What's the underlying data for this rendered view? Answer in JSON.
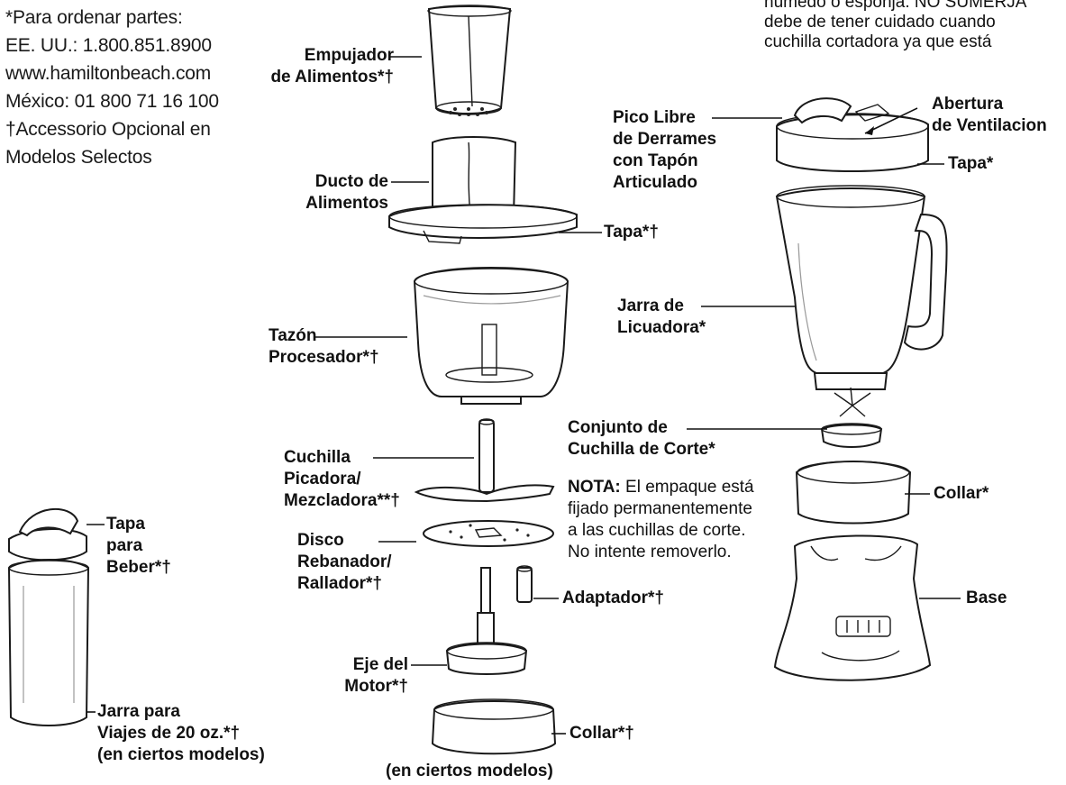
{
  "info": {
    "line1": "*Para ordenar partes:",
    "line2": "EE. UU.: 1.800.851.8900",
    "line3": "www.hamiltonbeach.com",
    "line4": "México: 01 800 71 16 100",
    "line5": "†Accessorio Opcional en",
    "line6": "Modelos Selectos"
  },
  "top_note": {
    "line1": "húmedo o esponja. NO SUMERJA",
    "line2": "debe de tener cuidado cuando",
    "line3": "cuchilla cortadora ya que está"
  },
  "labels": {
    "empujador": [
      "Empujador",
      "de Alimentos*†"
    ],
    "ducto": [
      "Ducto de",
      "Alimentos"
    ],
    "tapa_proc": [
      "Tapa*†"
    ],
    "tazon": [
      "Tazón",
      "Procesador*†"
    ],
    "cuchilla_picadora": [
      "Cuchilla",
      "Picadora/",
      "Mezcladora**†"
    ],
    "disco": [
      "Disco",
      "Rebanador/",
      "Rallador*†"
    ],
    "adaptador": [
      "Adaptador*†"
    ],
    "eje": [
      "Eje del",
      "Motor*†"
    ],
    "collar_proc": [
      "Collar*†"
    ],
    "en_ciertos_1": "(en ciertos modelos)",
    "tapa_beber": [
      "Tapa",
      "para",
      "Beber*†"
    ],
    "jarra_viajes": [
      "Jarra para",
      "Viajes de 20 oz.*†",
      "(en ciertos modelos)"
    ],
    "pico": [
      "Pico Libre",
      "de Derrames",
      "con Tapón",
      "Articulado"
    ],
    "abertura": [
      "Abertura",
      "de Ventilacion"
    ],
    "tapa_licuadora": [
      "Tapa*"
    ],
    "jarra_licuadora": [
      "Jarra de",
      "Licuadora*"
    ],
    "conjunto": [
      "Conjunto de",
      "Cuchilla de Corte*"
    ],
    "collar_licuadora": [
      "Collar*"
    ],
    "base": [
      "Base"
    ]
  },
  "nota": {
    "heading": "NOTA:",
    "line1": " El empaque está",
    "line2": "fijado permanentemente",
    "line3": "a las cuchillas de corte.",
    "line4": "No intente removerlo."
  }
}
